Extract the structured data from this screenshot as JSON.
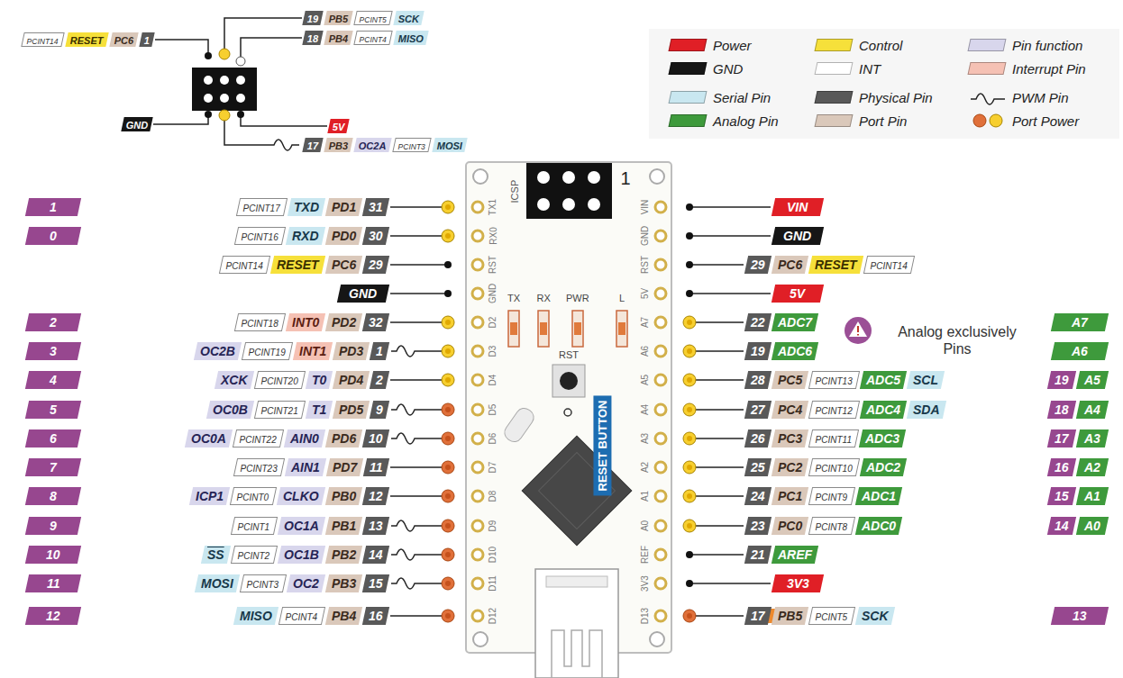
{
  "diagram": {
    "nodes": [
      {
        "text": [
          "19"
        ]
      },
      {
        "text": [
          "PB5"
        ]
      },
      {
        "text": [
          "PCINT5"
        ]
      },
      {
        "text": [
          "SCK"
        ]
      },
      {
        "text": [
          "PCINT14"
        ]
      },
      {
        "text": [
          "RESET"
        ]
      },
      {
        "text": [
          "PC6"
        ]
      },
      {
        "text": [
          "1"
        ]
      },
      {
        "text": [
          "18"
        ]
      },
      {
        "text": [
          "PB4"
        ]
      },
      {
        "text": [
          "PCINT4"
        ]
      },
      {
        "text": [
          "MISO"
        ]
      },
      {
        "text": [
          "GND"
        ]
      },
      {
        "text": [
          "5V"
        ]
      },
      {
        "text": [
          "17"
        ]
      },
      {
        "text": [
          "PB3"
        ]
      },
      {
        "text": [
          "OC2A"
        ]
      },
      {
        "text": [
          "PCINT3"
        ]
      },
      {
        "text": [
          "MOSI"
        ]
      },
      {
        "text": [
          "1"
        ]
      },
      {
        "text": [
          "PCINT17"
        ]
      },
      {
        "text": [
          "TXD"
        ]
      },
      {
        "text": [
          "PD1"
        ]
      },
      {
        "text": [
          "31"
        ]
      },
      {
        "text": [
          "0"
        ]
      },
      {
        "text": [
          "PCINT16"
        ]
      },
      {
        "text": [
          "RXD"
        ]
      },
      {
        "text": [
          "PD0"
        ]
      },
      {
        "text": [
          "30"
        ]
      },
      {
        "text": [
          "PCINT14"
        ]
      },
      {
        "text": [
          "RESET"
        ]
      },
      {
        "text": [
          "PC6"
        ]
      },
      {
        "text": [
          "29"
        ]
      },
      {
        "text": [
          "GND"
        ]
      },
      {
        "text": [
          "2"
        ]
      },
      {
        "text": [
          "PCINT18"
        ]
      },
      {
        "text": [
          "INT0"
        ]
      },
      {
        "text": [
          "PD2"
        ]
      },
      {
        "text": [
          "32"
        ]
      },
      {
        "text": [
          "3"
        ]
      },
      {
        "text": [
          "OC2B"
        ]
      },
      {
        "text": [
          "PCINT19"
        ]
      },
      {
        "text": [
          "INT1"
        ]
      },
      {
        "text": [
          "PD3"
        ]
      },
      {
        "text": [
          "1"
        ]
      },
      {
        "text": [
          "4"
        ]
      },
      {
        "text": [
          "XCK"
        ]
      },
      {
        "text": [
          "PCINT20"
        ]
      },
      {
        "text": [
          "T0"
        ]
      },
      {
        "text": [
          "PD4"
        ]
      },
      {
        "text": [
          "2"
        ]
      },
      {
        "text": [
          "5"
        ]
      },
      {
        "text": [
          "OC0B"
        ]
      },
      {
        "text": [
          "PCINT21"
        ]
      },
      {
        "text": [
          "T1"
        ]
      },
      {
        "text": [
          "PD5"
        ]
      },
      {
        "text": [
          "9"
        ]
      },
      {
        "text": [
          "6"
        ]
      },
      {
        "text": [
          "OC0A"
        ]
      },
      {
        "text": [
          "PCINT22"
        ]
      },
      {
        "text": [
          "AIN0"
        ]
      },
      {
        "text": [
          "PD6"
        ]
      },
      {
        "text": [
          "10"
        ]
      },
      {
        "text": [
          "7"
        ]
      },
      {
        "text": [
          "PCINT23"
        ]
      },
      {
        "text": [
          "AIN1"
        ]
      },
      {
        "text": [
          "PD7"
        ]
      },
      {
        "text": [
          "11"
        ]
      },
      {
        "text": [
          "8"
        ]
      },
      {
        "text": [
          "ICP1"
        ]
      },
      {
        "text": [
          "PCINT0"
        ]
      },
      {
        "text": [
          "CLKO"
        ]
      },
      {
        "text": [
          "PB0"
        ]
      },
      {
        "text": [
          "12"
        ]
      },
      {
        "text": [
          "9"
        ]
      },
      {
        "text": [
          "PCINT1"
        ]
      },
      {
        "text": [
          "OC1A"
        ]
      },
      {
        "text": [
          "PB1"
        ]
      },
      {
        "text": [
          "13"
        ]
      },
      {
        "text": [
          "10"
        ]
      },
      {
        "text": [
          "SS"
        ]
      },
      {
        "text": [
          "PCINT2"
        ]
      },
      {
        "text": [
          "OC1B"
        ]
      },
      {
        "text": [
          "PB2"
        ]
      },
      {
        "text": [
          "14"
        ]
      },
      {
        "text": [
          "11"
        ]
      },
      {
        "text": [
          "MOSI"
        ]
      },
      {
        "text": [
          "PCINT3"
        ]
      },
      {
        "text": [
          "OC2"
        ]
      },
      {
        "text": [
          "PB3"
        ]
      },
      {
        "text": [
          "15"
        ]
      },
      {
        "text": [
          "12"
        ]
      },
      {
        "text": [
          "MISO"
        ]
      },
      {
        "text": [
          "PCINT4"
        ]
      },
      {
        "text": [
          "PB4"
        ]
      },
      {
        "text": [
          "16"
        ]
      },
      {
        "text": [
          "RESET BUTTON"
        ]
      },
      {
        "text": [
          "VIN"
        ]
      },
      {
        "text": [
          "GND"
        ]
      },
      {
        "text": [
          "29"
        ]
      },
      {
        "text": [
          "PC6"
        ]
      },
      {
        "text": [
          "RESET"
        ]
      },
      {
        "text": [
          "PCINT14"
        ]
      },
      {
        "text": [
          "5V"
        ]
      },
      {
        "text": [
          "22"
        ]
      },
      {
        "text": [
          "ADC7"
        ]
      },
      {
        "text": [
          "A7"
        ]
      },
      {
        "text": [
          "19"
        ]
      },
      {
        "text": [
          "ADC6"
        ]
      },
      {
        "text": [
          "A6"
        ]
      },
      {
        "text": [
          "28"
        ]
      },
      {
        "text": [
          "PC5"
        ]
      },
      {
        "text": [
          "PCINT13"
        ]
      },
      {
        "text": [
          "ADC5"
        ]
      },
      {
        "text": [
          "SCL"
        ]
      },
      {
        "text": [
          "19"
        ]
      },
      {
        "text": [
          "A5"
        ]
      },
      {
        "text": [
          "27"
        ]
      },
      {
        "text": [
          "PC4"
        ]
      },
      {
        "text": [
          "PCINT12"
        ]
      },
      {
        "text": [
          "ADC4"
        ]
      },
      {
        "text": [
          "SDA"
        ]
      },
      {
        "text": [
          "18"
        ]
      },
      {
        "text": [
          "A4"
        ]
      },
      {
        "text": [
          "26"
        ]
      },
      {
        "text": [
          "PC3"
        ]
      },
      {
        "text": [
          "PCINT11"
        ]
      },
      {
        "text": [
          "ADC3"
        ]
      },
      {
        "text": [
          "17"
        ]
      },
      {
        "text": [
          "A3"
        ]
      },
      {
        "text": [
          "25"
        ]
      },
      {
        "text": [
          "PC2"
        ]
      },
      {
        "text": [
          "PCINT10"
        ]
      },
      {
        "text": [
          "ADC2"
        ]
      },
      {
        "text": [
          "16"
        ]
      },
      {
        "text": [
          "A2"
        ]
      },
      {
        "text": [
          "24"
        ]
      },
      {
        "text": [
          "PC1"
        ]
      },
      {
        "text": [
          "PCINT9"
        ]
      },
      {
        "text": [
          "ADC1"
        ]
      },
      {
        "text": [
          "15"
        ]
      },
      {
        "text": [
          "A1"
        ]
      },
      {
        "text": [
          "23"
        ]
      },
      {
        "text": [
          "PC0"
        ]
      },
      {
        "text": [
          "PCINT8"
        ]
      },
      {
        "text": [
          "ADC0"
        ]
      },
      {
        "text": [
          "14"
        ]
      },
      {
        "text": [
          "A0"
        ]
      },
      {
        "text": [
          "21"
        ]
      },
      {
        "text": [
          "AREF"
        ]
      },
      {
        "text": [
          "3V3"
        ]
      },
      {
        "text": [
          "17"
        ]
      },
      {
        "text": [
          "PB5"
        ]
      },
      {
        "text": [
          "PCINT5"
        ]
      },
      {
        "text": [
          "SCK"
        ]
      },
      {
        "text": [
          "13"
        ]
      }
    ],
    "labels": [
      "TX1",
      "RX0",
      "RST",
      "GND",
      "D2",
      "D3",
      "D4",
      "D5",
      "D6",
      "D7",
      "D8",
      "D9",
      "D10",
      "D11",
      "D12",
      "VIN",
      "GND",
      "RST",
      "5V",
      "A7",
      "A6",
      "A5",
      "A4",
      "A3",
      "A2",
      "A1",
      "A0",
      "REF",
      "3V3",
      "D13",
      "ICSP",
      "1",
      "TX",
      "RX",
      "PWR",
      "L",
      "RST",
      "Analog exclusively Pins"
    ],
    "legend": [
      {
        "text": "Power",
        "color": "#e01f26"
      },
      {
        "text": "Control",
        "color": "#f6e03a"
      },
      {
        "text": "Pin function",
        "color": "#d8d6ec"
      },
      {
        "text": "GND",
        "color": "#161616"
      },
      {
        "text": "INT",
        "color": "#ffffff"
      },
      {
        "text": "Interrupt Pin",
        "color": "#f5c1b4"
      },
      {
        "text": "Serial Pin",
        "color": "#c9e7f0"
      },
      {
        "text": "Physical Pin",
        "color": "#595959"
      },
      {
        "text": "PWM Pin"
      },
      {
        "text": "Analog Pin",
        "color": "#3e9a3c"
      },
      {
        "text": "Port Pin",
        "color": "#dac8ba"
      },
      {
        "text": "Port Power"
      }
    ]
  }
}
